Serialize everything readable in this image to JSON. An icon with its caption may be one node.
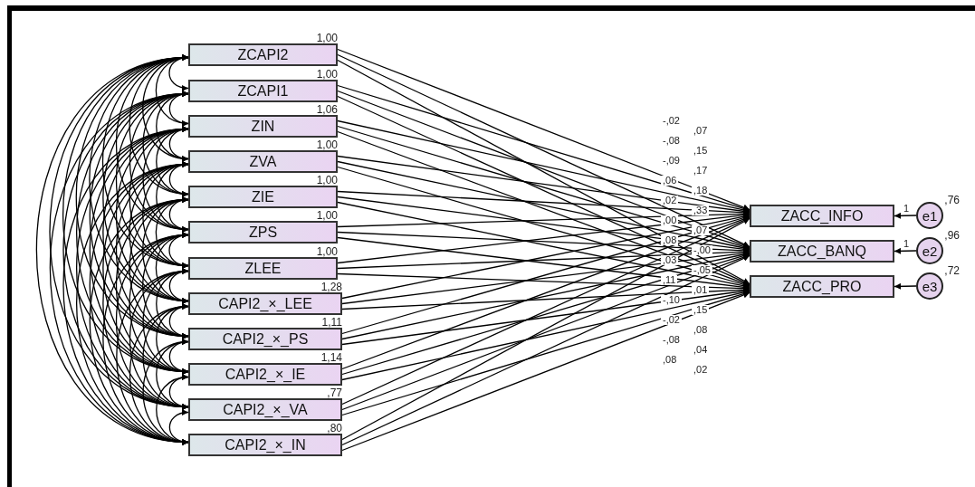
{
  "diagram": {
    "nodes": [
      {
        "text": [
          "ZCAPI2"
        ],
        "beside": [
          "1,00"
        ]
      },
      {
        "text": [
          "ZCAPI1"
        ],
        "beside": [
          "1,00"
        ]
      },
      {
        "text": [
          "ZIN"
        ],
        "beside": [
          "1,06"
        ]
      },
      {
        "text": [
          "ZVA"
        ],
        "beside": [
          "1,00"
        ]
      },
      {
        "text": [
          "ZIE"
        ],
        "beside": [
          "1,00"
        ]
      },
      {
        "text": [
          "ZPS"
        ],
        "beside": [
          "1,00"
        ]
      },
      {
        "text": [
          "ZLEE"
        ],
        "beside": [
          "1,00"
        ]
      },
      {
        "text": [
          "CAPI2_×_LEE"
        ],
        "beside": [
          "1,28"
        ]
      },
      {
        "text": [
          "CAPI2_×_PS"
        ],
        "beside": [
          "1,11"
        ]
      },
      {
        "text": [
          "CAPI2_×_IE"
        ],
        "beside": [
          "1,14"
        ]
      },
      {
        "text": [
          "CAPI2_×_VA"
        ],
        "beside": [
          ",77"
        ]
      },
      {
        "text": [
          "CAPI2_×_IN"
        ],
        "beside": [
          ",80"
        ]
      },
      {
        "text": [
          "ZACC_INFO"
        ]
      },
      {
        "text": [
          "ZACC_BANQ"
        ]
      },
      {
        "text": [
          "ZACC_PRO"
        ]
      },
      {
        "text": [
          "e1"
        ],
        "beside": [
          ",76"
        ]
      },
      {
        "text": [
          "e2"
        ],
        "beside": [
          ",96"
        ]
      },
      {
        "text": [
          "e3"
        ],
        "beside": [
          ",72"
        ]
      }
    ],
    "edges": [
      {
        "from": 0,
        "to": 12,
        "arrow": "to"
      },
      {
        "from": 0,
        "to": 13,
        "arrow": "to"
      },
      {
        "from": 0,
        "to": 14,
        "arrow": "to"
      },
      {
        "from": 1,
        "to": 12,
        "arrow": "to"
      },
      {
        "from": 1,
        "to": 13,
        "arrow": "to"
      },
      {
        "from": 1,
        "to": 14,
        "arrow": "to"
      },
      {
        "from": 2,
        "to": 12,
        "arrow": "to"
      },
      {
        "from": 2,
        "to": 13,
        "arrow": "to"
      },
      {
        "from": 2,
        "to": 14,
        "arrow": "to"
      },
      {
        "from": 3,
        "to": 12,
        "arrow": "to"
      },
      {
        "from": 3,
        "to": 13,
        "arrow": "to"
      },
      {
        "from": 3,
        "to": 14,
        "arrow": "to"
      },
      {
        "from": 4,
        "to": 12,
        "arrow": "to"
      },
      {
        "from": 4,
        "to": 13,
        "arrow": "to"
      },
      {
        "from": 4,
        "to": 14,
        "arrow": "to"
      },
      {
        "from": 5,
        "to": 12,
        "arrow": "to"
      },
      {
        "from": 5,
        "to": 13,
        "arrow": "to"
      },
      {
        "from": 5,
        "to": 14,
        "arrow": "to"
      },
      {
        "from": 6,
        "to": 12,
        "arrow": "to"
      },
      {
        "from": 6,
        "to": 13,
        "arrow": "to"
      },
      {
        "from": 6,
        "to": 14,
        "arrow": "to"
      },
      {
        "from": 7,
        "to": 12,
        "arrow": "to"
      },
      {
        "from": 7,
        "to": 13,
        "arrow": "to"
      },
      {
        "from": 7,
        "to": 14,
        "arrow": "to"
      },
      {
        "from": 8,
        "to": 12,
        "arrow": "to"
      },
      {
        "from": 8,
        "to": 13,
        "arrow": "to"
      },
      {
        "from": 8,
        "to": 14,
        "arrow": "to"
      },
      {
        "from": 9,
        "to": 12,
        "arrow": "to"
      },
      {
        "from": 9,
        "to": 13,
        "arrow": "to"
      },
      {
        "from": 9,
        "to": 14,
        "arrow": "to"
      },
      {
        "from": 10,
        "to": 12,
        "arrow": "to"
      },
      {
        "from": 10,
        "to": 13,
        "arrow": "to"
      },
      {
        "from": 10,
        "to": 14,
        "arrow": "to"
      },
      {
        "from": 11,
        "to": 12,
        "arrow": "to"
      },
      {
        "from": 11,
        "to": 13,
        "arrow": "to"
      },
      {
        "from": 11,
        "to": 14,
        "arrow": "to"
      },
      {
        "from": 15,
        "to": 12,
        "arrow": "to",
        "label": "1"
      },
      {
        "from": 16,
        "to": 13,
        "arrow": "to",
        "label": "1"
      },
      {
        "from": 17,
        "to": 14,
        "arrow": "to"
      },
      {
        "from": 0,
        "to": 1,
        "arrow": "both"
      },
      {
        "from": 0,
        "to": 2,
        "arrow": "both"
      },
      {
        "from": 0,
        "to": 3,
        "arrow": "both"
      },
      {
        "from": 0,
        "to": 4,
        "arrow": "both"
      },
      {
        "from": 0,
        "to": 5,
        "arrow": "both"
      },
      {
        "from": 0,
        "to": 6,
        "arrow": "both"
      },
      {
        "from": 0,
        "to": 7,
        "arrow": "both"
      },
      {
        "from": 0,
        "to": 8,
        "arrow": "both"
      },
      {
        "from": 0,
        "to": 9,
        "arrow": "both"
      },
      {
        "from": 0,
        "to": 10,
        "arrow": "both"
      },
      {
        "from": 0,
        "to": 11,
        "arrow": "both"
      },
      {
        "from": 1,
        "to": 2,
        "arrow": "both"
      },
      {
        "from": 1,
        "to": 3,
        "arrow": "both"
      },
      {
        "from": 1,
        "to": 4,
        "arrow": "both"
      },
      {
        "from": 1,
        "to": 5,
        "arrow": "both"
      },
      {
        "from": 1,
        "to": 6,
        "arrow": "both"
      },
      {
        "from": 1,
        "to": 7,
        "arrow": "both"
      },
      {
        "from": 1,
        "to": 8,
        "arrow": "both"
      },
      {
        "from": 1,
        "to": 9,
        "arrow": "both"
      },
      {
        "from": 1,
        "to": 10,
        "arrow": "both"
      },
      {
        "from": 1,
        "to": 11,
        "arrow": "both"
      },
      {
        "from": 2,
        "to": 3,
        "arrow": "both"
      },
      {
        "from": 2,
        "to": 4,
        "arrow": "both"
      },
      {
        "from": 2,
        "to": 5,
        "arrow": "both"
      },
      {
        "from": 2,
        "to": 6,
        "arrow": "both"
      },
      {
        "from": 2,
        "to": 7,
        "arrow": "both"
      },
      {
        "from": 2,
        "to": 8,
        "arrow": "both"
      },
      {
        "from": 2,
        "to": 9,
        "arrow": "both"
      },
      {
        "from": 2,
        "to": 10,
        "arrow": "both"
      },
      {
        "from": 2,
        "to": 11,
        "arrow": "both"
      },
      {
        "from": 3,
        "to": 4,
        "arrow": "both"
      },
      {
        "from": 3,
        "to": 5,
        "arrow": "both"
      },
      {
        "from": 3,
        "to": 6,
        "arrow": "both"
      },
      {
        "from": 3,
        "to": 7,
        "arrow": "both"
      },
      {
        "from": 3,
        "to": 8,
        "arrow": "both"
      },
      {
        "from": 3,
        "to": 9,
        "arrow": "both"
      },
      {
        "from": 3,
        "to": 10,
        "arrow": "both"
      },
      {
        "from": 3,
        "to": 11,
        "arrow": "both"
      },
      {
        "from": 4,
        "to": 5,
        "arrow": "both"
      },
      {
        "from": 4,
        "to": 6,
        "arrow": "both"
      },
      {
        "from": 4,
        "to": 7,
        "arrow": "both"
      },
      {
        "from": 4,
        "to": 8,
        "arrow": "both"
      },
      {
        "from": 4,
        "to": 9,
        "arrow": "both"
      },
      {
        "from": 4,
        "to": 10,
        "arrow": "both"
      },
      {
        "from": 4,
        "to": 11,
        "arrow": "both"
      },
      {
        "from": 5,
        "to": 6,
        "arrow": "both"
      },
      {
        "from": 5,
        "to": 7,
        "arrow": "both"
      },
      {
        "from": 5,
        "to": 8,
        "arrow": "both"
      },
      {
        "from": 5,
        "to": 9,
        "arrow": "both"
      },
      {
        "from": 5,
        "to": 10,
        "arrow": "both"
      },
      {
        "from": 5,
        "to": 11,
        "arrow": "both"
      },
      {
        "from": 6,
        "to": 7,
        "arrow": "both"
      },
      {
        "from": 6,
        "to": 8,
        "arrow": "both"
      },
      {
        "from": 6,
        "to": 9,
        "arrow": "both"
      },
      {
        "from": 6,
        "to": 10,
        "arrow": "both"
      },
      {
        "from": 6,
        "to": 11,
        "arrow": "both"
      },
      {
        "from": 7,
        "to": 8,
        "arrow": "both"
      },
      {
        "from": 7,
        "to": 9,
        "arrow": "both"
      },
      {
        "from": 7,
        "to": 10,
        "arrow": "both"
      },
      {
        "from": 7,
        "to": 11,
        "arrow": "both"
      },
      {
        "from": 8,
        "to": 9,
        "arrow": "both"
      },
      {
        "from": 8,
        "to": 10,
        "arrow": "both"
      },
      {
        "from": 8,
        "to": 11,
        "arrow": "both"
      },
      {
        "from": 9,
        "to": 10,
        "arrow": "both"
      },
      {
        "from": 9,
        "to": 11,
        "arrow": "both"
      },
      {
        "from": 10,
        "to": 11,
        "arrow": "both"
      }
    ],
    "labels": [
      "-,02",
      ",07",
      "-,08",
      ",15",
      "-,09",
      ",17",
      ",06",
      ",18",
      ",02",
      ",33",
      ",00",
      ",07",
      ",08",
      "-,00",
      ",03",
      "-,05",
      ",11",
      ",01",
      "-,10",
      ",15",
      "-,02",
      ",08",
      "-,08",
      ",04",
      ",08",
      ",02"
    ]
  }
}
